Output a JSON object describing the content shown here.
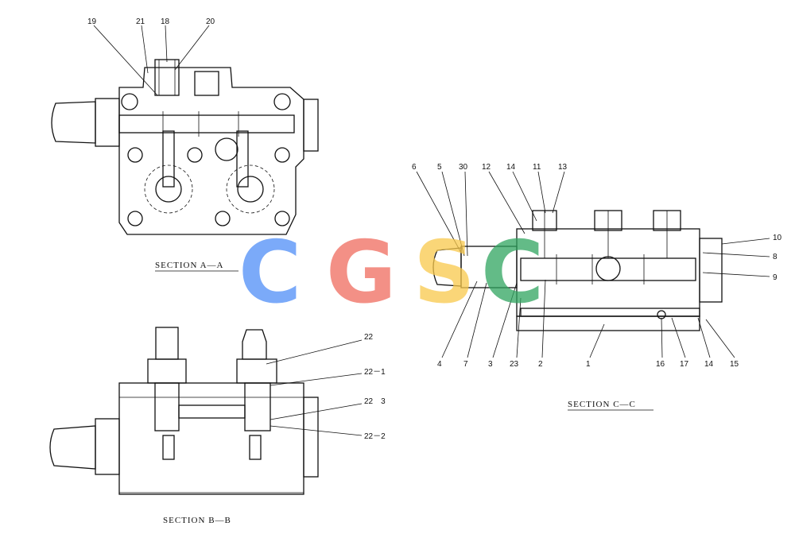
{
  "sections": {
    "aa": "SECTION A—A",
    "bb": "SECTION B—B",
    "cc": "SECTION C—C"
  },
  "watermark": {
    "letters": [
      "C",
      "G",
      "S",
      "C"
    ],
    "colors": [
      "#4f8ef7",
      "#ef6b5e",
      "#f9c94c",
      "#2fa55f"
    ]
  },
  "labels_aa": [
    "19",
    "21",
    "18",
    "20"
  ],
  "labels_bb": [
    "22",
    "22－1",
    "22　3",
    "22－2"
  ],
  "labels_cc_top": [
    "6",
    "5",
    "30",
    "12",
    "14",
    "11",
    "13"
  ],
  "labels_cc_right": [
    "10",
    "8",
    "9"
  ],
  "labels_cc_bottom": [
    "4",
    "7",
    "3",
    "23",
    "2",
    "1",
    "16",
    "17",
    "14",
    "15"
  ]
}
